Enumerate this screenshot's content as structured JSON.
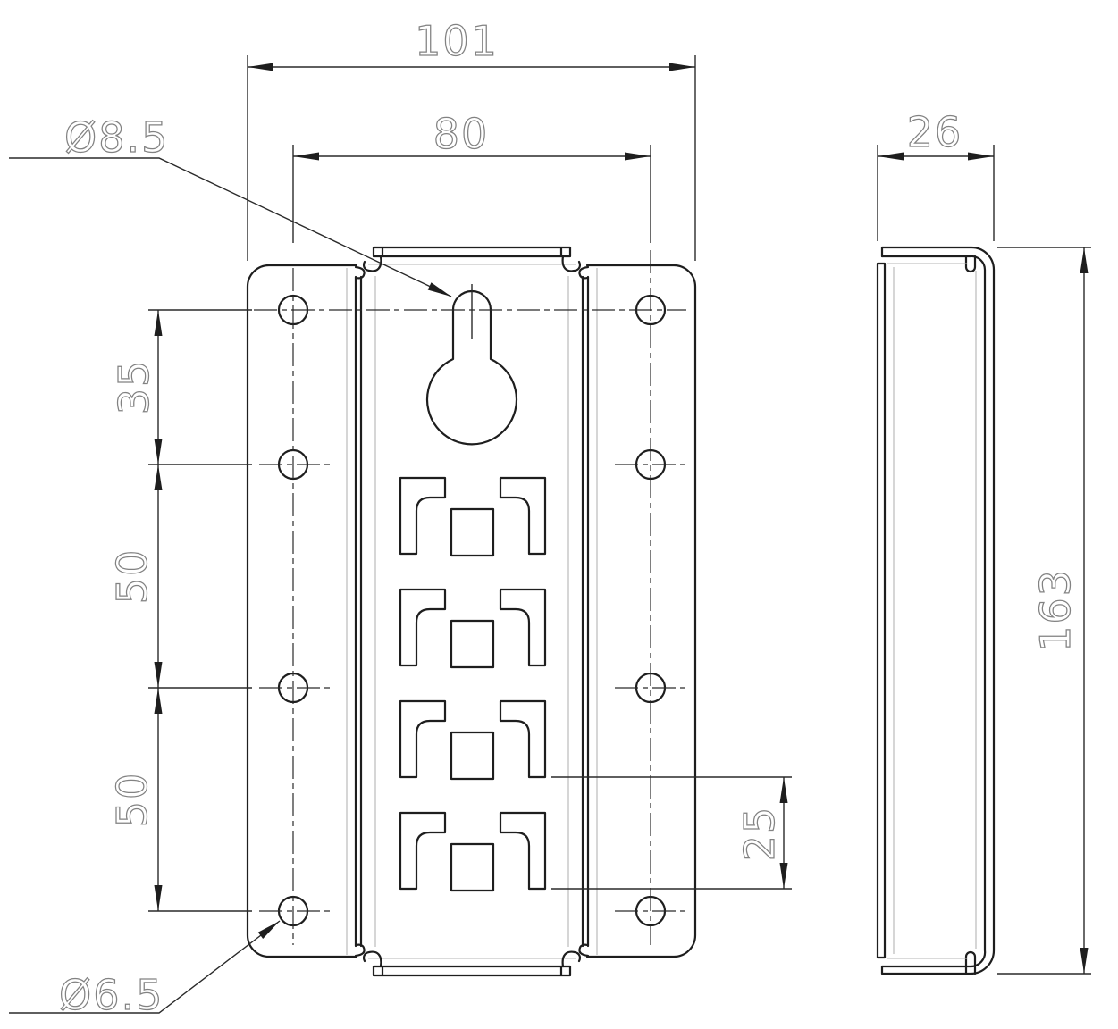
{
  "drawing": {
    "type": "technical-drawing",
    "part": "mounting-bracket",
    "colors": {
      "background": "#ffffff",
      "outline": "#1e1e1e",
      "thin_tangent": "#b4b4b4",
      "dimension_text": "#828282"
    },
    "labels": {
      "overall_width": "101",
      "hole_span": "80",
      "hole_pitch_top": "35",
      "hole_pitch_mid": "50",
      "hole_pitch_bottom": "50",
      "cutout_pitch": "25",
      "depth": "26",
      "height": "163",
      "keyhole_diameter": "Ø8.5",
      "mount_hole_diameter": "Ø6.5"
    }
  }
}
